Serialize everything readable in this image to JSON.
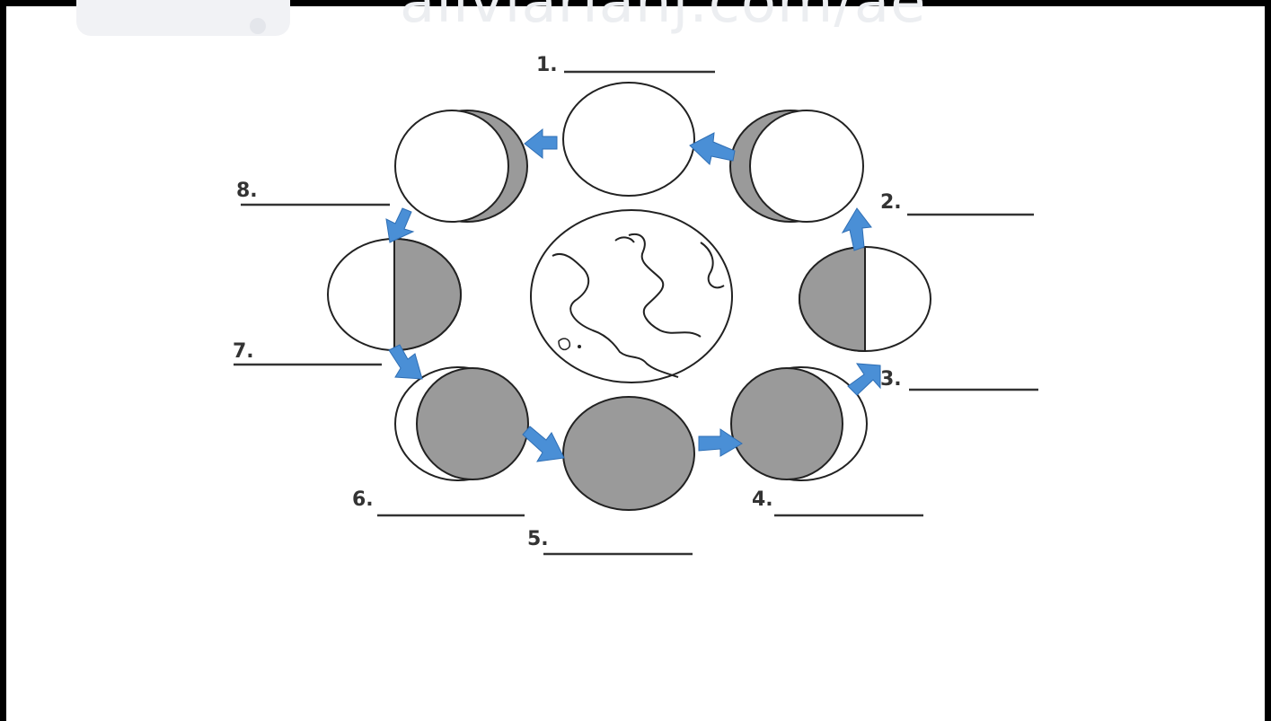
{
  "watermark": {
    "text": "aliviarianj.com/ae"
  },
  "labels": [
    {
      "num": "1.",
      "blank": ""
    },
    {
      "num": "2.",
      "blank": ""
    },
    {
      "num": "3.",
      "blank": ""
    },
    {
      "num": "4.",
      "blank": ""
    },
    {
      "num": "5.",
      "blank": ""
    },
    {
      "num": "6.",
      "blank": ""
    },
    {
      "num": "7.",
      "blank": ""
    },
    {
      "num": "8.",
      "blank": ""
    }
  ],
  "colors": {
    "shade": "#9a9a9a",
    "arrow": "#4a8fd6",
    "line": "#333333"
  }
}
